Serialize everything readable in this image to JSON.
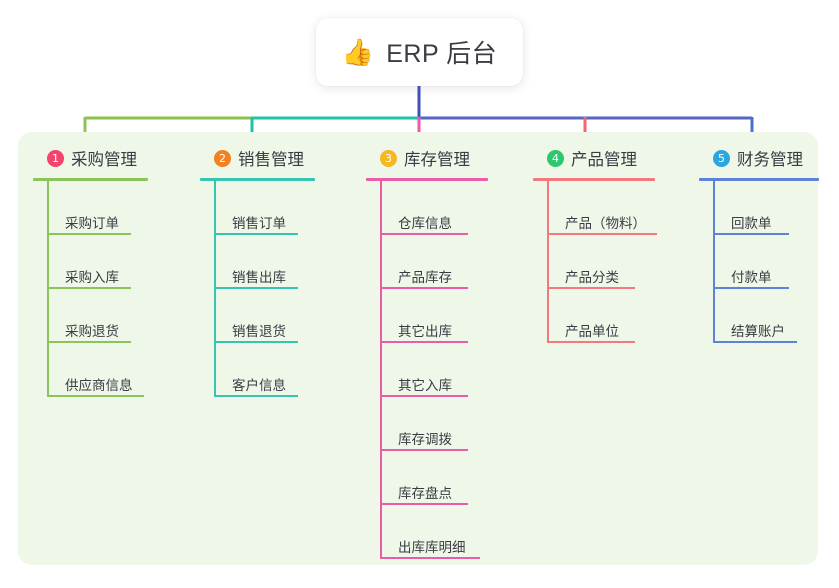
{
  "root": {
    "icon": "thumbs-up-icon",
    "icon_glyph": "👍",
    "title": "ERP 后台"
  },
  "panel": {
    "background_color": "#EEF7E8"
  },
  "connector_colors": {
    "root_stem": "#3F51B5",
    "bus_segment_left": "#8BC34A",
    "bus_segment_mid": "#1FC2A7",
    "bus_segment_right": "#5763C6"
  },
  "columns": [
    {
      "badge": "1",
      "badge_color": "#F4436C",
      "title": "采购管理",
      "line_color": "#8CC45C",
      "drop_color": "#8CC45C",
      "items": [
        {
          "label": "采购订单",
          "rule_width": 82
        },
        {
          "label": "采购入库",
          "rule_width": 82
        },
        {
          "label": "采购退货",
          "rule_width": 82
        },
        {
          "label": "供应商信息",
          "rule_width": 95
        }
      ]
    },
    {
      "badge": "2",
      "badge_color": "#F5801F",
      "title": "销售管理",
      "line_color": "#37C4B1",
      "drop_color": "#1FC2A7",
      "items": [
        {
          "label": "销售订单",
          "rule_width": 82
        },
        {
          "label": "销售出库",
          "rule_width": 82
        },
        {
          "label": "销售退货",
          "rule_width": 82
        },
        {
          "label": "客户信息",
          "rule_width": 82
        }
      ]
    },
    {
      "badge": "3",
      "badge_color": "#F5B820",
      "title": "库存管理",
      "line_color": "#EC5BA8",
      "drop_color": "#ED5BA4",
      "items": [
        {
          "label": "仓库信息",
          "rule_width": 86
        },
        {
          "label": "产品库存",
          "rule_width": 86
        },
        {
          "label": "其它出库",
          "rule_width": 86
        },
        {
          "label": "其它入库",
          "rule_width": 86
        },
        {
          "label": "库存调拨",
          "rule_width": 86
        },
        {
          "label": "库存盘点",
          "rule_width": 86
        },
        {
          "label": "出库库明细",
          "rule_width": 98
        }
      ]
    },
    {
      "badge": "4",
      "badge_color": "#2DC76D",
      "title": "产品管理",
      "line_color": "#F4787E",
      "drop_color": "#F4656C",
      "items": [
        {
          "label": "产品（物料）",
          "rule_width": 108
        },
        {
          "label": "产品分类",
          "rule_width": 86
        },
        {
          "label": "产品单位",
          "rule_width": 86
        }
      ]
    },
    {
      "badge": "5",
      "badge_color": "#2BA7E0",
      "title": "财务管理",
      "line_color": "#5C83D6",
      "drop_color": "#4A6FD4",
      "items": [
        {
          "label": "回款单",
          "rule_width": 74
        },
        {
          "label": "付款单",
          "rule_width": 74
        },
        {
          "label": "结算账户",
          "rule_width": 82
        }
      ]
    }
  ]
}
